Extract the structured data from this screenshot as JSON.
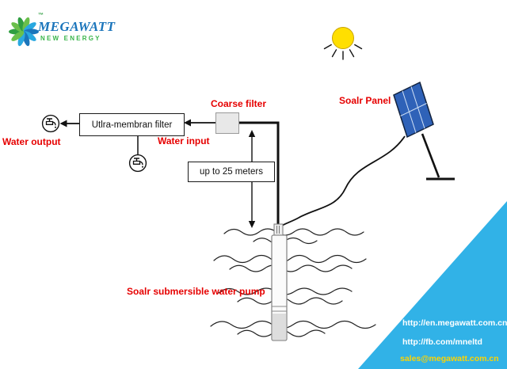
{
  "logo": {
    "brand": "MEGAWATT",
    "subtitle": "NEW ENERGY",
    "trademark": "™"
  },
  "labels": {
    "coarse_filter": "Coarse filter",
    "solar_panel": "Soalr Panel",
    "ultra_filter": "Utlra-membran filter",
    "water_output": "Water output",
    "water_input": "Water input",
    "depth": "up to 25 meters",
    "pump": "Soalr submersible water pump"
  },
  "footer": {
    "link_en": "http://en.megawatt.com.cn",
    "link_fb": "http://fb.com/mneltd",
    "email": "sales@megawatt.com.cn"
  },
  "colors": {
    "label_red": "#e60000",
    "brand_blue": "#1b75bb",
    "brand_green": "#39b54a",
    "triangle_blue": "#31b2e7",
    "email_yellow": "#ffd400",
    "sun_yellow": "#ffdf00",
    "panel_blue": "#2f62b8"
  }
}
